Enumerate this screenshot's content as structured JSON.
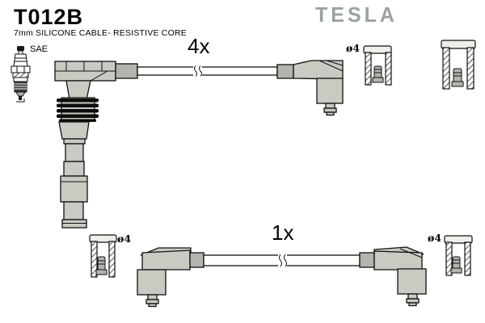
{
  "header": {
    "part_number": "T012B",
    "subtitle": "7mm SILICONE CABLE- RESISTIVE CORE",
    "brand": "TESLA"
  },
  "diagram": {
    "spark_plug_label": "SAE",
    "top_cable_quantity": "4x",
    "bottom_cable_quantity": "1x",
    "terminal_labels": {
      "top": "ø4",
      "bottom_left": "ø4",
      "bottom_right": "ø4"
    }
  },
  "icons": {
    "spark_plug": "spark-plug-icon",
    "coil_boot": "straight-coil-boot-icon",
    "angled_boot": "angled-plug-boot-icon",
    "cable_break": "cable-break-icon",
    "terminal_connector": "terminal-connector-icon"
  },
  "colors": {
    "boot_gray": "#c7cbc1",
    "ferrule_gray": "#b2b5ad",
    "brand_gray": "#9aa3a1",
    "outline": "#111111",
    "bg": "#ffffff"
  }
}
